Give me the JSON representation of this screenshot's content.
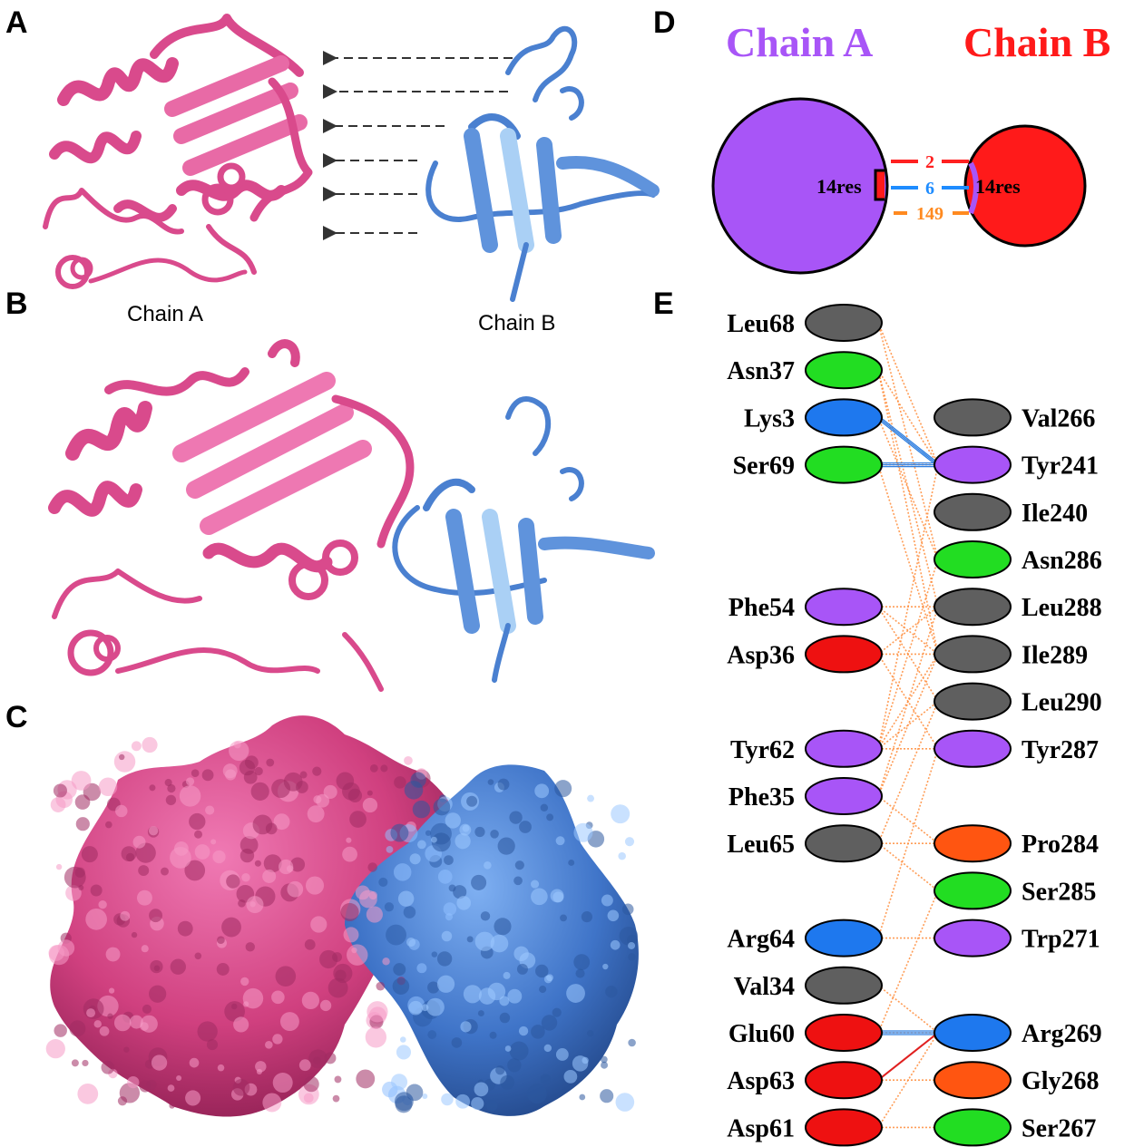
{
  "panels": {
    "a": "A",
    "b": "B",
    "c": "C",
    "d": "D",
    "e": "E"
  },
  "panel_a": {
    "chain_a_label": "Chain A",
    "chain_b_label": "Chain B"
  },
  "panel_d": {
    "chain_a": "Chain A",
    "chain_b": "Chain B",
    "chain_a_res": "14res",
    "chain_b_res": "14res",
    "links": [
      {
        "value": "2",
        "color": "#ff2020"
      },
      {
        "value": "6",
        "color": "#1e8cff"
      },
      {
        "value": "149",
        "color": "#ff8a20"
      }
    ],
    "colors": {
      "chain_a": "#a855f7",
      "chain_b": "#ff1a1a"
    }
  },
  "panel_e": {
    "left": [
      {
        "name": "Leu68",
        "color": "#5f5f5f"
      },
      {
        "name": "Asn37",
        "color": "#22dd22"
      },
      {
        "name": "Lys3",
        "color": "#1e78ee"
      },
      {
        "name": "Ser69",
        "color": "#22dd22"
      },
      {
        "name": "Phe54",
        "color": "#a855f7"
      },
      {
        "name": "Asp36",
        "color": "#ee1111"
      },
      {
        "name": "Tyr62",
        "color": "#a855f7"
      },
      {
        "name": "Phe35",
        "color": "#a855f7"
      },
      {
        "name": "Leu65",
        "color": "#5f5f5f"
      },
      {
        "name": "Arg64",
        "color": "#1e78ee"
      },
      {
        "name": "Val34",
        "color": "#5f5f5f"
      },
      {
        "name": "Glu60",
        "color": "#ee1111"
      },
      {
        "name": "Asp63",
        "color": "#ee1111"
      },
      {
        "name": "Asp61",
        "color": "#ee1111"
      }
    ],
    "right": [
      {
        "name": "Val266",
        "color": "#5f5f5f"
      },
      {
        "name": "Tyr241",
        "color": "#a855f7"
      },
      {
        "name": "Ile240",
        "color": "#5f5f5f"
      },
      {
        "name": "Asn286",
        "color": "#22dd22"
      },
      {
        "name": "Leu288",
        "color": "#5f5f5f"
      },
      {
        "name": "Ile289",
        "color": "#5f5f5f"
      },
      {
        "name": "Leu290",
        "color": "#5f5f5f"
      },
      {
        "name": "Tyr287",
        "color": "#a855f7"
      },
      {
        "name": "Pro284",
        "color": "#ff5511"
      },
      {
        "name": "Ser285",
        "color": "#22dd22"
      },
      {
        "name": "Trp271",
        "color": "#a855f7"
      },
      {
        "name": "Arg269",
        "color": "#1e78ee"
      },
      {
        "name": "Gly268",
        "color": "#ff5511"
      },
      {
        "name": "Ser267",
        "color": "#22dd22"
      }
    ]
  },
  "colors": {
    "chain_a_ribbon": "#d94a8c",
    "chain_b_ribbon": "#4a80d0",
    "contact": "#ff8c3a"
  }
}
